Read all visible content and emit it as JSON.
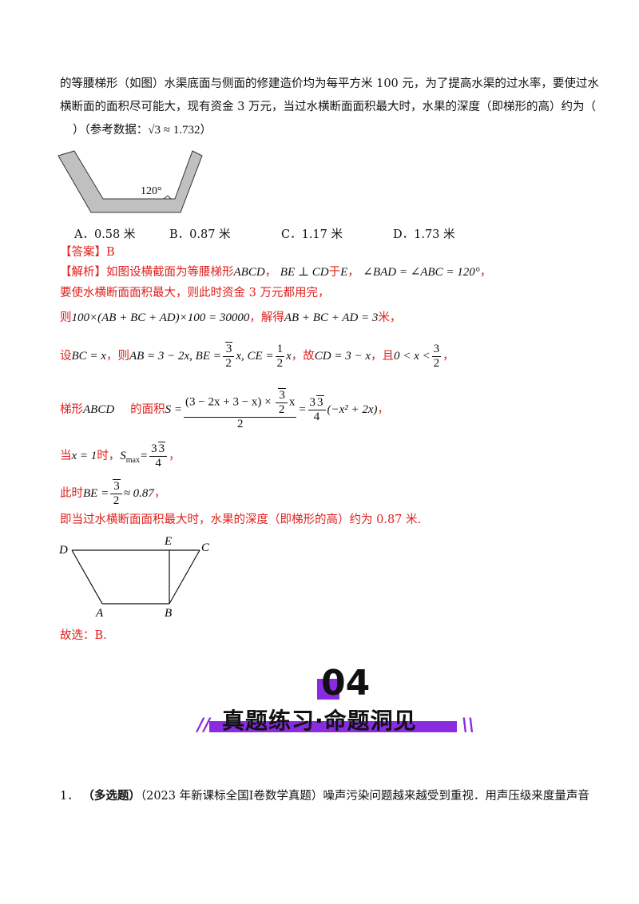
{
  "problem": {
    "line1": "的等腰梯形（如图）水渠底面与侧面的修建造价均为每平方米 100 元，为了提高水渠的过水率，要使过水",
    "line2": "横断面的面积尽可能大，现有资金 3 万元，当过水横断面面积最大时，水果的深度（即梯形的高）约为（",
    "line3_pre": "）（参考数据：",
    "line3_math": "√3 ≈ 1.732",
    "line3_post": "）",
    "figure_angle": "120°",
    "options": [
      "A．0.58 米",
      "B．0.87 米",
      "C．1.17 米",
      "D．1.73 米"
    ]
  },
  "answer": {
    "label": "【答案】",
    "value": "B"
  },
  "analysis": {
    "label": "【解析】",
    "l1_a": "如图设横截面为等腰梯形",
    "l1_b": "ABCD",
    "l1_c": "，",
    "l1_d": "BE ⊥ CD",
    "l1_e": "于",
    "l1_f": "E",
    "l1_g": "，",
    "l1_h": "∠BAD = ∠ABC = 120°",
    "l1_i": "，",
    "l2": "要使水横断面面积最大，则此时资金 3 万元都用完，",
    "l3_a": "则",
    "l3_b": "100×(AB + BC + AD)×100 = 30000",
    "l3_c": "，解得",
    "l3_d": "AB + BC + AD = 3",
    "l3_e": "米，",
    "l4_a": "设",
    "l4_b": "BC = x",
    "l4_c": "，则",
    "l4_d": "AB = 3 − 2x, BE =",
    "l4_e": "x, CE =",
    "l4_f": "x",
    "l4_g": "，故",
    "l4_h": "CD = 3 − x",
    "l4_i": "，且",
    "l4_j": "0 < x <",
    "l4_k": "，",
    "l5_a": "梯形",
    "l5_b": "ABCD",
    "l5_c": "的面积",
    "l5_d": "S =",
    "l5_num": "(3 − 2x + 3 − x) ×",
    "l5_den": "2",
    "l5_e": "=",
    "l5_f": "(−x² + 2x)",
    "l5_g": "，",
    "l6_a": "当",
    "l6_b": "x = 1",
    "l6_c": "时，",
    "l6_d": "S",
    "l6_sub": "max",
    "l6_e": "=",
    "l6_f": "，",
    "l7_a": "此时",
    "l7_b": "BE =",
    "l7_c": "≈ 0.87",
    "l7_d": "，",
    "l8": "即当过水横断面面积最大时，水果的深度（即梯形的高）约为 0.87 米.",
    "conclusion": "故选：B."
  },
  "figure2": {
    "D": "D",
    "E": "E",
    "C": "C",
    "A": "A",
    "B": "B"
  },
  "section": {
    "number": "04",
    "title": "真题练习·命题洞见"
  },
  "question1": {
    "num": "1．",
    "tag": "（多选题）",
    "text": "（2023 年新课标全国Ⅰ卷数学真题）噪声污染问题越来越受到重视．用声压级来度量声音"
  },
  "colors": {
    "red": "#e0201c",
    "purple": "#8a2be2",
    "channel": "#c0c0c0"
  }
}
